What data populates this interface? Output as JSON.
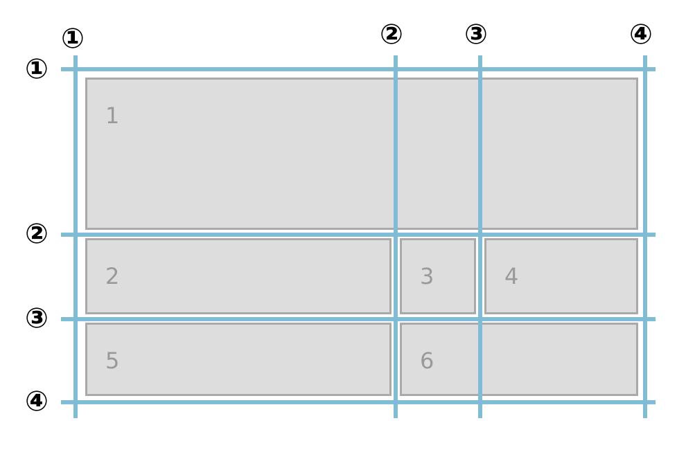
{
  "colors": {
    "grid_line": "#7fbcd6",
    "cell_fill": "#dddddd",
    "cell_border": "#a9a9a9",
    "cell_text": "#999999",
    "marker_text": "#000000"
  },
  "column_lines": [
    "①",
    "②",
    "③",
    "④"
  ],
  "row_lines": [
    "①",
    "②",
    "③",
    "④"
  ],
  "cells": [
    "1",
    "2",
    "3",
    "4",
    "5",
    "6"
  ]
}
